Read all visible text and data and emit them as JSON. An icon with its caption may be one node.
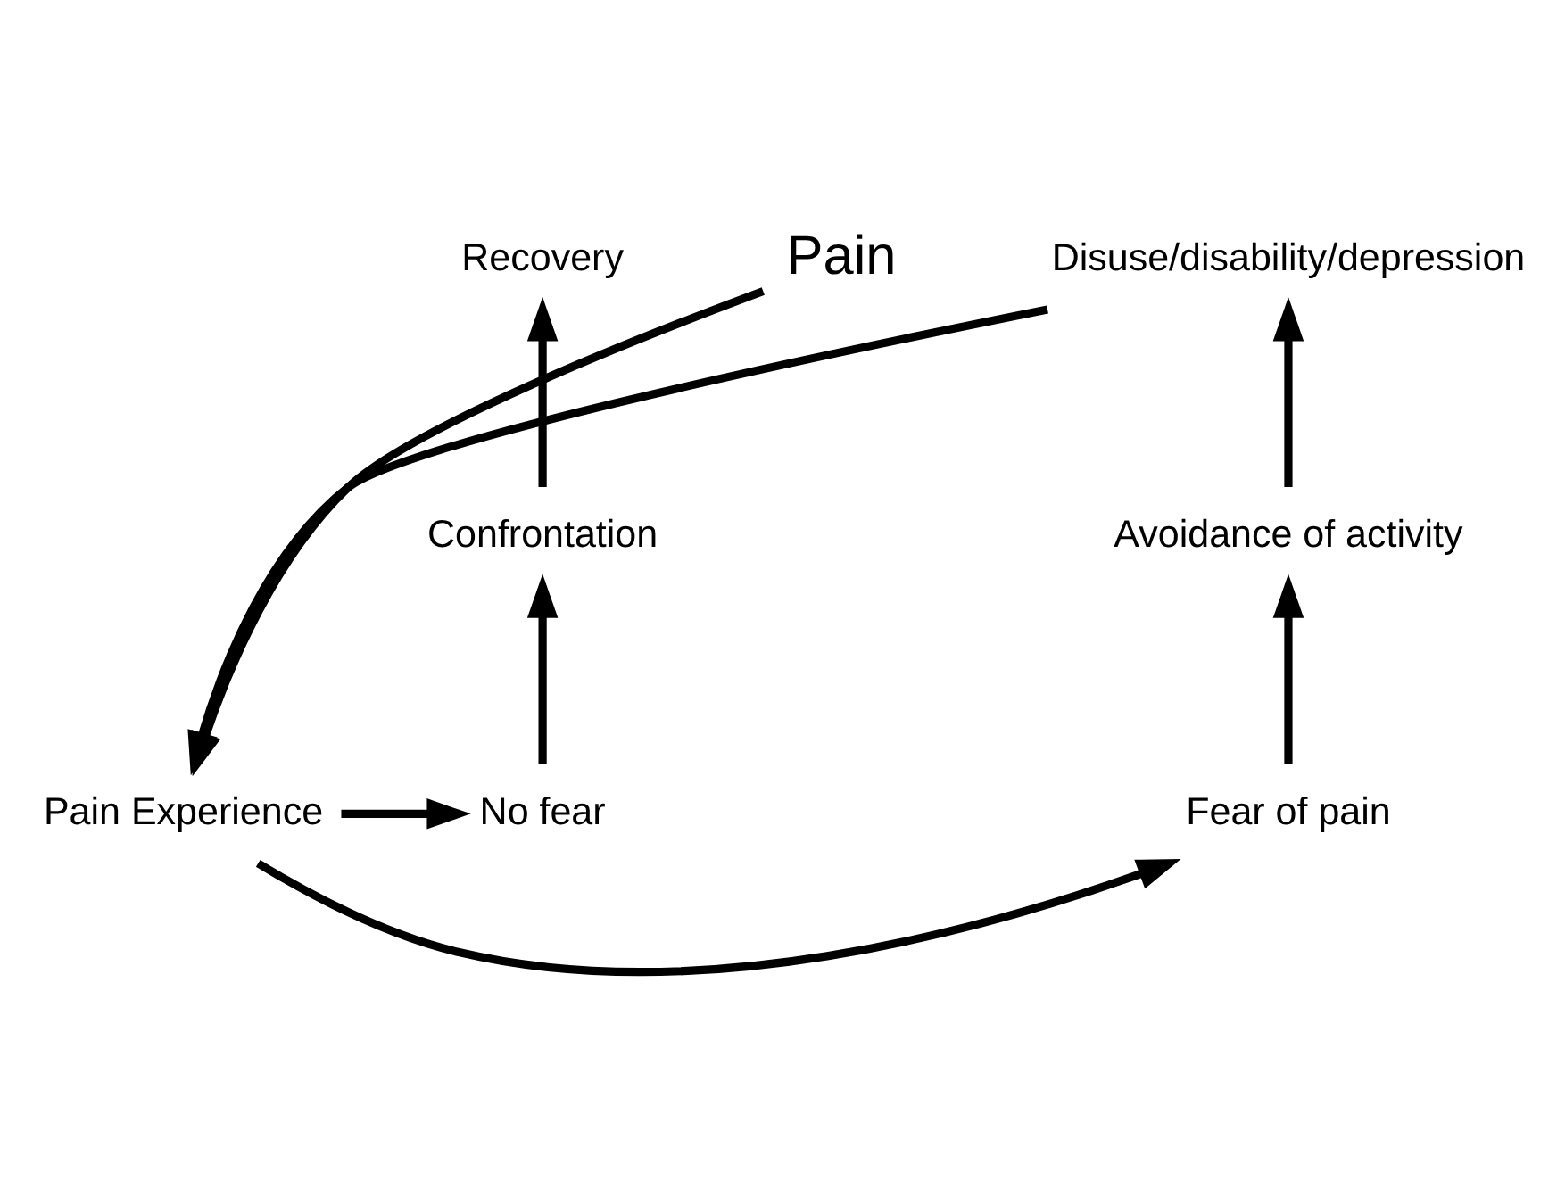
{
  "diagram": {
    "nodes": [
      {
        "text": [
          "Disuse/disability/depression"
        ]
      },
      {
        "text": [
          "Pain"
        ]
      },
      {
        "text": [
          "Recovery"
        ]
      },
      {
        "text": [
          "Avoidance of activity"
        ]
      },
      {
        "text": [
          "Confrontation"
        ]
      },
      {
        "text": [
          "Fear of pain"
        ]
      },
      {
        "text": [
          "Pain Experience"
        ]
      },
      {
        "text": [
          "No fear"
        ]
      }
    ],
    "edges": [
      {
        "from": 5,
        "to": 3,
        "arrow": "to"
      },
      {
        "from": 3,
        "to": 0,
        "arrow": "to"
      },
      {
        "from": 0,
        "to": 6,
        "arrow": "to"
      },
      {
        "from": 1,
        "to": 6,
        "arrow": "to"
      },
      {
        "from": 6,
        "to": 5,
        "arrow": "to"
      },
      {
        "from": 6,
        "to": 7,
        "arrow": "to"
      },
      {
        "from": 7,
        "to": 4,
        "arrow": "to"
      },
      {
        "from": 4,
        "to": 2,
        "arrow": "to"
      }
    ]
  }
}
